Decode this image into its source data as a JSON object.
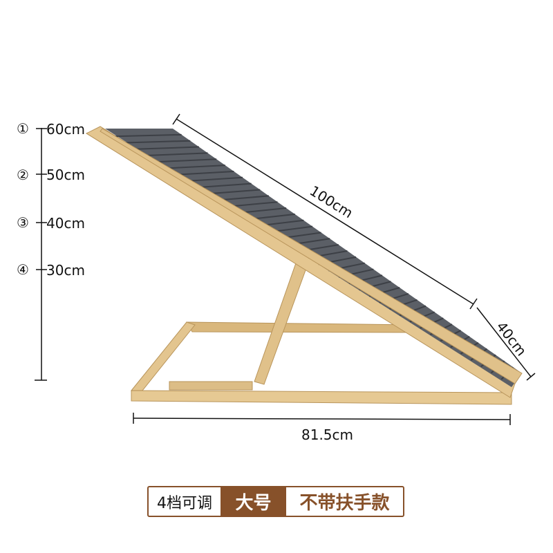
{
  "height_scale": [
    {
      "marker": "①",
      "label": "60cm"
    },
    {
      "marker": "②",
      "label": "50cm"
    },
    {
      "marker": "③",
      "label": "40cm"
    },
    {
      "marker": "④",
      "label": "30cm"
    }
  ],
  "dimensions": {
    "length": "100cm",
    "width": "40cm",
    "base": "81.5cm"
  },
  "badge": {
    "levels": "4档可调",
    "size": "大号",
    "variant": "不带扶手款"
  },
  "colors": {
    "brown": "#87512a",
    "wood": "#e2c48e",
    "carpet": "#5b5f66"
  }
}
